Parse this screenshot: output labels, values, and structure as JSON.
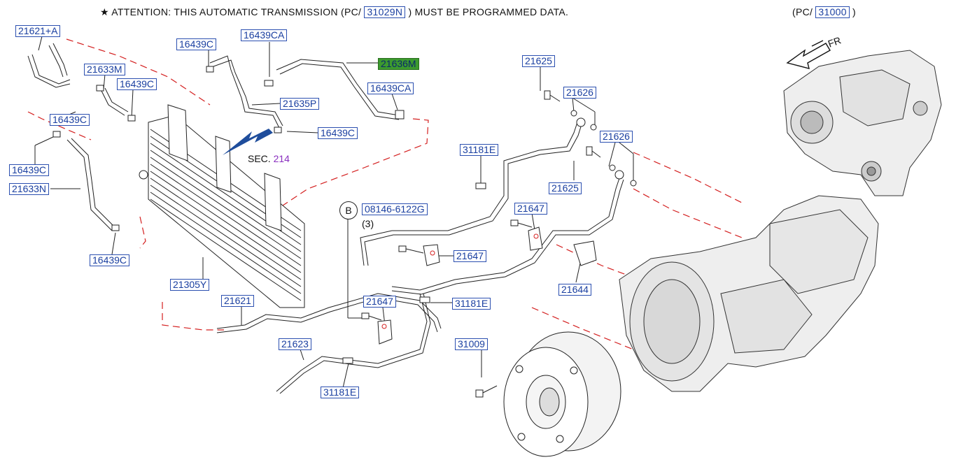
{
  "header": {
    "star": "★",
    "attention_text": "ATTENTION:  THIS  AUTOMATIC  TRANSMISSION  (PC/",
    "pc_code": "31029N",
    "attention_tail": ")  MUST  BE  PROGRAMMED  DATA.",
    "pc2_prefix": "(PC/",
    "pc2_code": "31000",
    "pc2_suffix": ")"
  },
  "direction": {
    "label": "FR"
  },
  "section_ref": {
    "prefix": "SEC.",
    "number": "214"
  },
  "callout_b": {
    "letter": "B",
    "part": "08146-6122G",
    "qty": "(3)"
  },
  "colors": {
    "label_blue": "#1a3fa0",
    "highlight_green": "#3c9a2e",
    "section_purple": "#8a2fbf",
    "arrow_blue": "#1f4d9c",
    "dash_red": "#d42020"
  },
  "parts": [
    {
      "id": "p1",
      "code": "21621+A"
    },
    {
      "id": "p2",
      "code": "16439C"
    },
    {
      "id": "p3",
      "code": "16439CA"
    },
    {
      "id": "p4",
      "code": "21636M",
      "highlighted": true
    },
    {
      "id": "p5",
      "code": "21633M"
    },
    {
      "id": "p6",
      "code": "16439C"
    },
    {
      "id": "p7",
      "code": "16439CA"
    },
    {
      "id": "p8",
      "code": "21635P"
    },
    {
      "id": "p9",
      "code": "16439C"
    },
    {
      "id": "p10",
      "code": "16439C"
    },
    {
      "id": "p11",
      "code": "16439C"
    },
    {
      "id": "p12",
      "code": "21633N"
    },
    {
      "id": "p13",
      "code": "16439C"
    },
    {
      "id": "p14",
      "code": "21305Y"
    },
    {
      "id": "p15",
      "code": "21621"
    },
    {
      "id": "p16",
      "code": "21625"
    },
    {
      "id": "p17",
      "code": "21626"
    },
    {
      "id": "p18",
      "code": "21626"
    },
    {
      "id": "p19",
      "code": "31181E"
    },
    {
      "id": "p20",
      "code": "21625"
    },
    {
      "id": "p21",
      "code": "21647"
    },
    {
      "id": "p22",
      "code": "21647"
    },
    {
      "id": "p23",
      "code": "21644"
    },
    {
      "id": "p24",
      "code": "21647"
    },
    {
      "id": "p25",
      "code": "31181E"
    },
    {
      "id": "p26",
      "code": "21623"
    },
    {
      "id": "p27",
      "code": "31009"
    },
    {
      "id": "p28",
      "code": "31181E"
    }
  ]
}
